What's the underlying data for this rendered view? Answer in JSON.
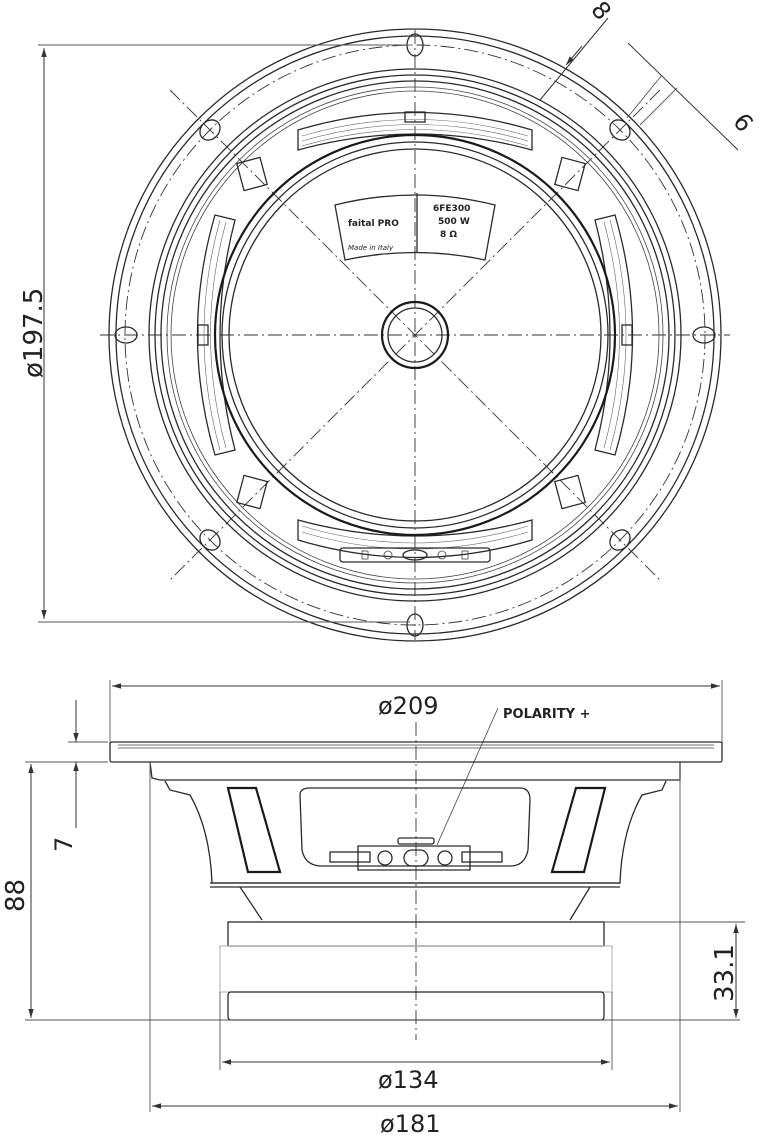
{
  "drawing": {
    "type": "loudspeaker technical drawing",
    "views": [
      "front view",
      "side view"
    ]
  },
  "front_view": {
    "dimensions": {
      "outer_diameter": "ø197.5",
      "hole_size": "8",
      "hole_slot": "6"
    },
    "label_plate": {
      "brand": "faital PRO",
      "origin": "Made in Italy",
      "model": "6FE300",
      "power": "500 W",
      "impedance": "8 Ω"
    }
  },
  "side_view": {
    "dimensions": {
      "frame_diameter": "ø209",
      "flange_thickness": "7",
      "total_depth": "88",
      "magnet_height": "33.1",
      "magnet_diameter": "ø134",
      "body_diameter": "ø181"
    },
    "annotations": {
      "polarity": "POLARITY +"
    }
  },
  "colors": {
    "line": "#2a2a2a",
    "background": "#ffffff"
  }
}
